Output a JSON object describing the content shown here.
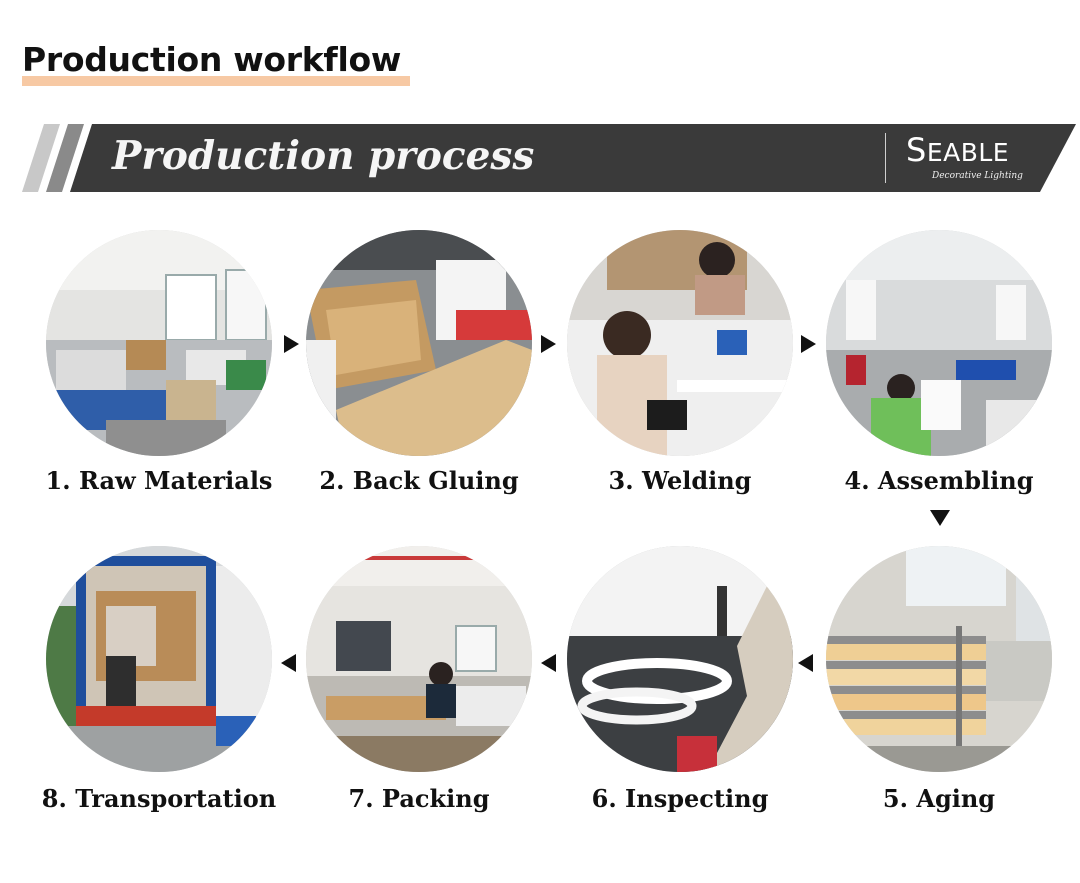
{
  "page": {
    "heading": "Production workflow"
  },
  "banner": {
    "title": "Production process",
    "brand_initial": "S",
    "brand_rest": "EABLE",
    "tagline": "Decorative Lighting"
  },
  "steps": [
    {
      "label": "1. Raw Materials"
    },
    {
      "label": "2. Back Gluing"
    },
    {
      "label": "3. Welding"
    },
    {
      "label": "4. Assembling"
    },
    {
      "label": "5. Aging"
    },
    {
      "label": "6. Inspecting"
    },
    {
      "label": "7. Packing"
    },
    {
      "label": "8. Transportation"
    }
  ],
  "colors": {
    "heading_underline": "#f7c9a4",
    "banner_background": "#3a3a3a",
    "arrow": "#111111"
  },
  "icons": {
    "flow_arrow_right": "right-triangle-icon",
    "flow_arrow_left": "left-triangle-icon",
    "flow_arrow_down": "down-triangle-icon"
  }
}
